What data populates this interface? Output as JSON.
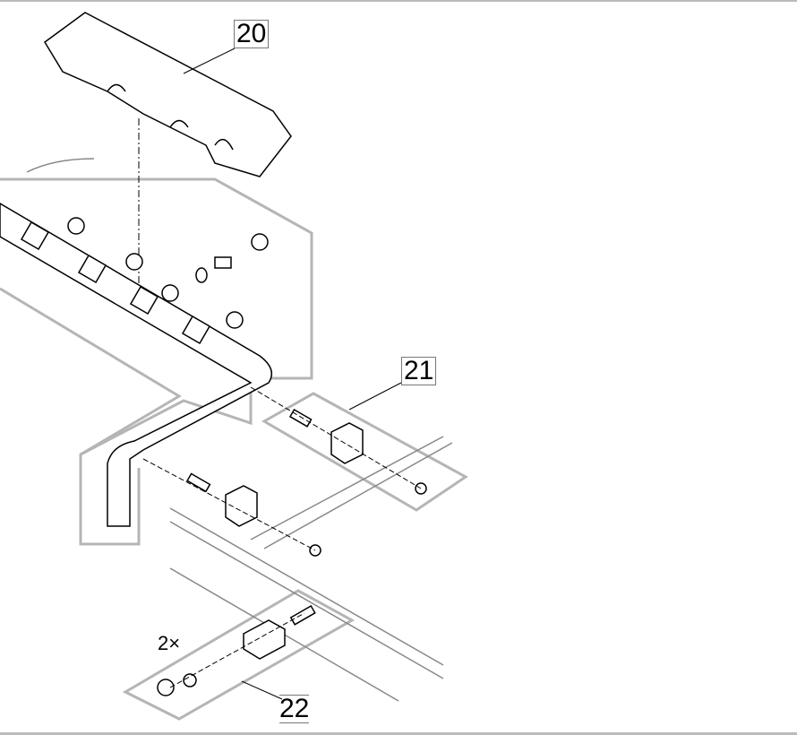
{
  "callouts": {
    "part_20": "20",
    "part_21": "21",
    "part_22": "22",
    "quantity_22": "2×"
  },
  "colors": {
    "line": "#000000",
    "frame": "#b0b0b0"
  }
}
